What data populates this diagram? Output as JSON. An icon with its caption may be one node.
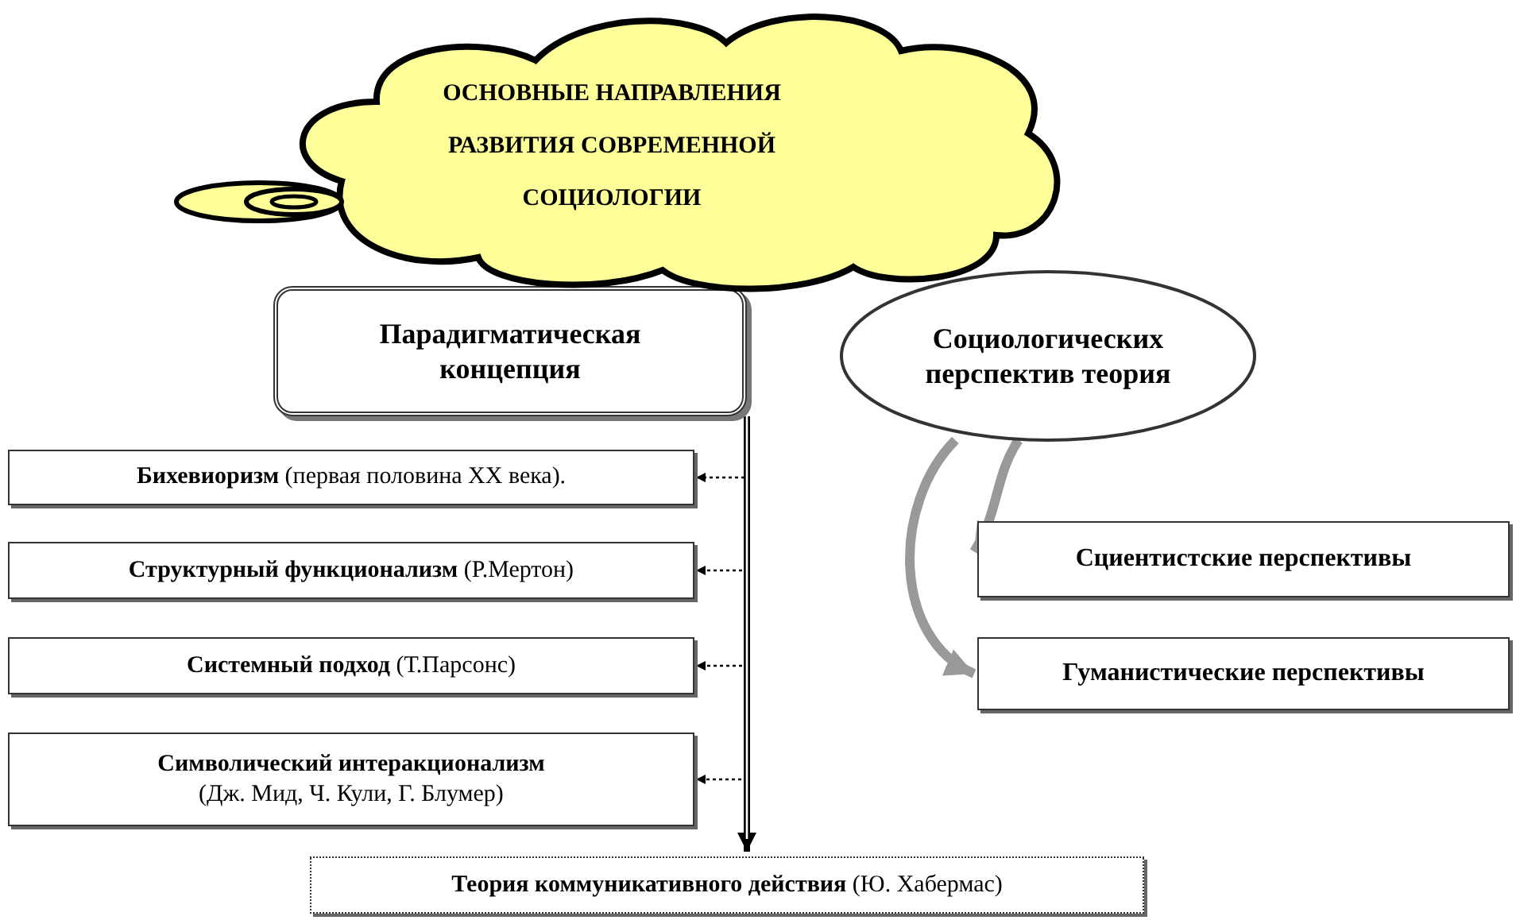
{
  "diagram": {
    "nodes": [
      {
        "text": [
          "ОСНОВНЫЕ НАПРАВЛЕНИЯ РАЗВИТИЯ СОВРЕМЕННОЙ СОЦИОЛОГИИ"
        ]
      },
      {
        "text": [
          "Парадигматическая концепция"
        ]
      },
      {
        "text": [
          "Социологических перспектив теория"
        ]
      },
      {
        "text": [
          "**Бихевиоризм** (первая половина XX века)."
        ]
      },
      {
        "text": [
          "**Структурный функционализм** (Р.Мертон)"
        ]
      },
      {
        "text": [
          "**Системный подход** (Т.Парсонс)"
        ]
      },
      {
        "text": [
          "**Символический интеракционализм** (Дж. Мид, Ч. Кули, Г. Блумер)"
        ]
      },
      {
        "text": [
          "Сциентистские перспективы"
        ]
      },
      {
        "text": [
          "Гуманистические перспективы"
        ]
      },
      {
        "text": [
          "**Теория коммуникативного действия** (Ю. Хабермас)"
        ]
      }
    ],
    "edges": [
      {
        "from": 1,
        "to": 3,
        "arrow": "to",
        "style": "dashed"
      },
      {
        "from": 1,
        "to": 4,
        "arrow": "to",
        "style": "dashed"
      },
      {
        "from": 1,
        "to": 5,
        "arrow": "to",
        "style": "dashed"
      },
      {
        "from": 1,
        "to": 6,
        "arrow": "to",
        "style": "dashed"
      },
      {
        "from": 1,
        "to": 9,
        "arrow": "to",
        "style": "thick"
      },
      {
        "from": 2,
        "to": 7,
        "arrow": "to",
        "style": "thick",
        "color": "#999999"
      },
      {
        "from": 2,
        "to": 8,
        "arrow": "to",
        "style": "thick",
        "color": "#999999"
      }
    ]
  }
}
